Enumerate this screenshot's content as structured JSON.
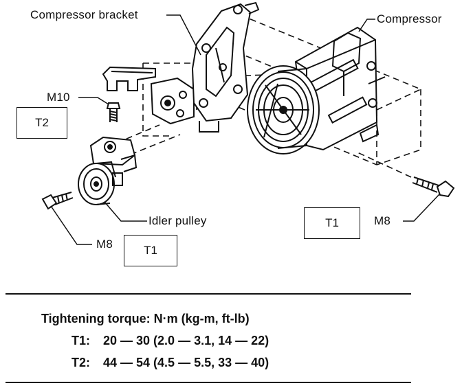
{
  "labels": {
    "compressor_bracket": "Compressor bracket",
    "compressor": "Compressor",
    "bolt_top": "M10",
    "bolt_left": "M8",
    "bolt_right": "M8",
    "idler_pulley": "Idler pulley",
    "box_t2": "T2",
    "box_t1_left": "T1",
    "box_t1_right": "T1"
  },
  "torque": {
    "heading": "Tightening torque:  N·m (kg-m, ft-lb)",
    "rows": [
      {
        "key": "T1:",
        "value": "20 — 30 (2.0 — 3.1, 14 — 22)"
      },
      {
        "key": "T2:",
        "value": "44 — 54 (4.5 — 5.5, 33 — 40)"
      }
    ]
  }
}
